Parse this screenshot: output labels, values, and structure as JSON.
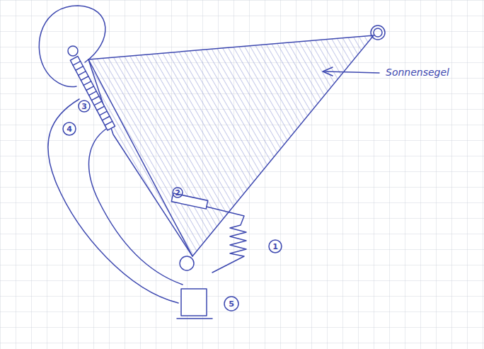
{
  "diagram": {
    "labels": [
      "Sonnensegel",
      "3",
      "4",
      "2",
      "1",
      "5"
    ]
  }
}
